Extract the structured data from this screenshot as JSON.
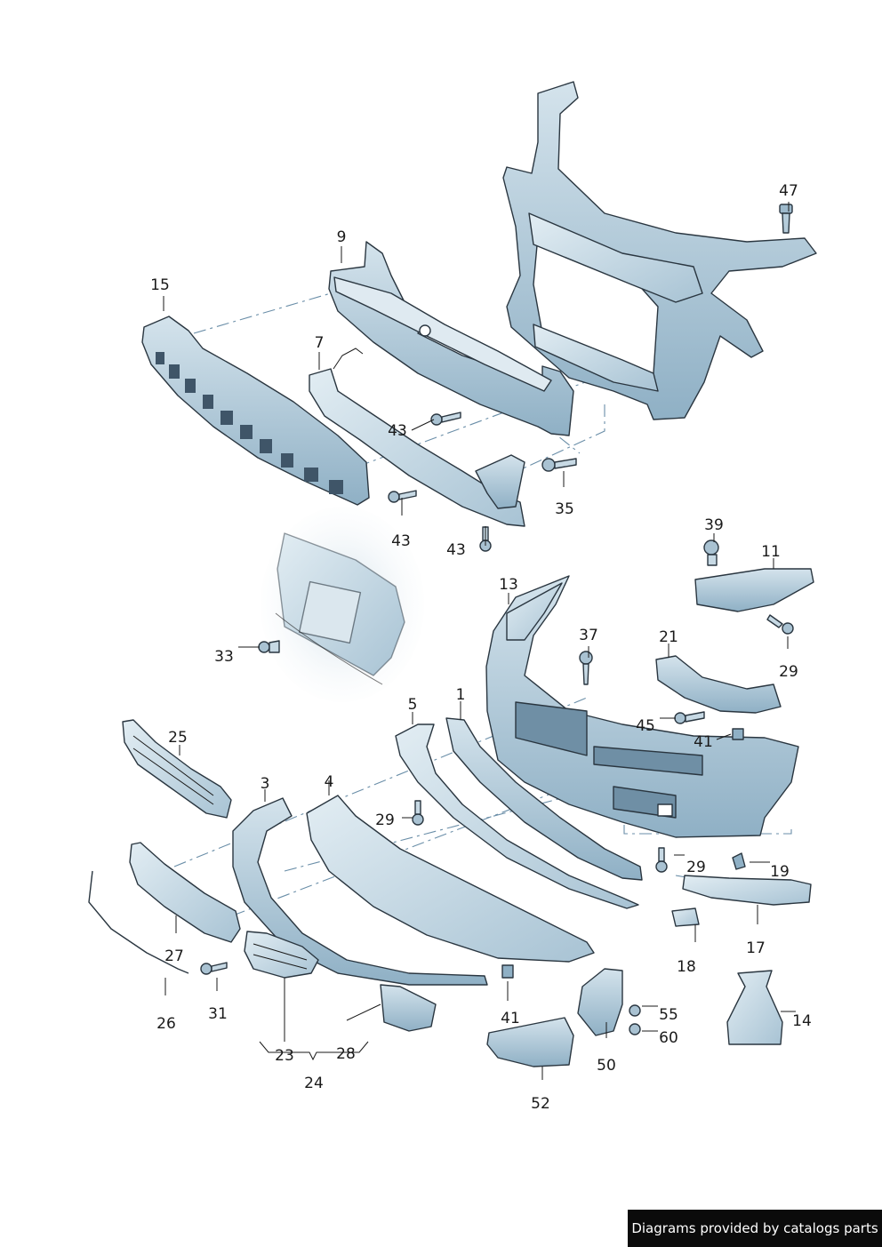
{
  "callouts": {
    "c1": "1",
    "c3": "3",
    "c4": "4",
    "c5": "5",
    "c7": "7",
    "c9": "9",
    "c11": "11",
    "c13": "13",
    "c14": "14",
    "c15": "15",
    "c17": "17",
    "c18": "18",
    "c19": "19",
    "c21": "21",
    "c23": "23",
    "c24": "24",
    "c25": "25",
    "c26": "26",
    "c27": "27",
    "c28": "28",
    "c29a": "29",
    "c29b": "29",
    "c29c": "29",
    "c31": "31",
    "c33": "33",
    "c35": "35",
    "c37": "37",
    "c39": "39",
    "c41a": "41",
    "c41b": "41",
    "c43a": "43",
    "c43b": "43",
    "c43c": "43",
    "c45": "45",
    "c47": "47",
    "c50": "50",
    "c52": "52",
    "c55": "55",
    "c60": "60"
  },
  "footer": {
    "credit": "Diagrams provided by catalogs parts"
  },
  "colors": {
    "part_fill": "#bcd2e0",
    "part_shadow": "#8fb0c5",
    "outline": "#2a3640",
    "dash_line": "#6a8ea8",
    "footer_bg": "#0b0b0b"
  }
}
